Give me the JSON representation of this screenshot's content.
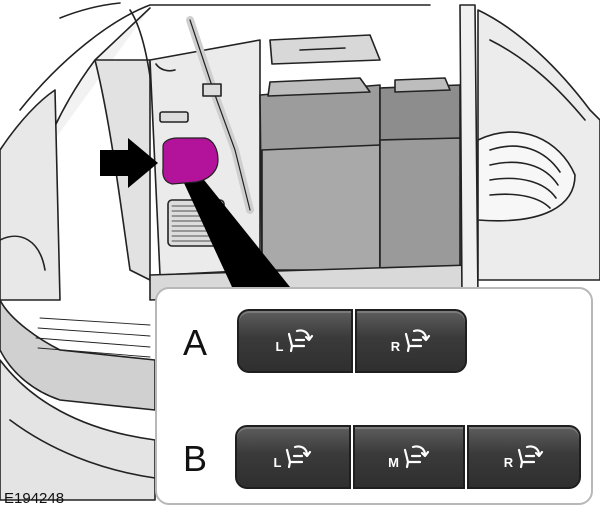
{
  "figure_id": "E194248",
  "rows": [
    {
      "label": "A",
      "switches": [
        {
          "letter": "L",
          "icon": "seat-fold-icon"
        },
        {
          "letter": "R",
          "icon": "seat-fold-icon"
        }
      ]
    },
    {
      "label": "B",
      "switches": [
        {
          "letter": "L",
          "icon": "seat-fold-icon"
        },
        {
          "letter": "M",
          "icon": "seat-fold-icon"
        },
        {
          "letter": "R",
          "icon": "seat-fold-icon"
        }
      ]
    }
  ],
  "colors": {
    "highlight": "#b3129a",
    "arrow": "#000000",
    "switch_body": "#3a3a3a",
    "line_art": "#222222"
  }
}
